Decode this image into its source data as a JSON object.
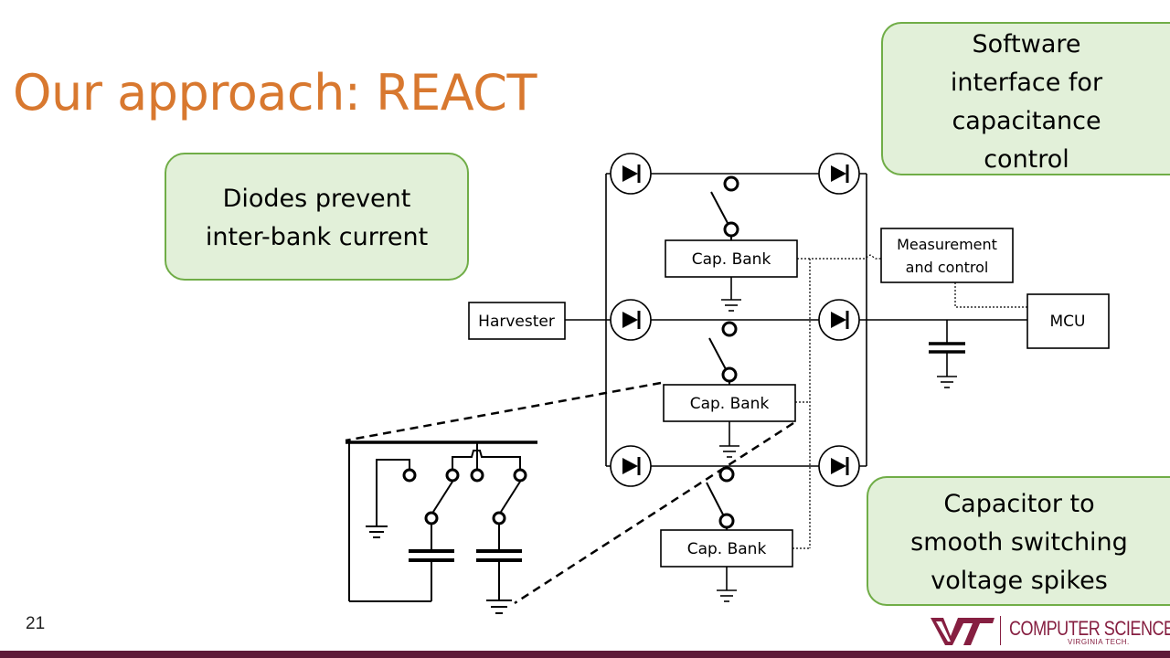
{
  "slide": {
    "title": "Our approach: REACT",
    "page_number": "21"
  },
  "callouts": {
    "software": [
      "Software",
      "interface for",
      "capacitance",
      "control"
    ],
    "diodes": [
      "Diodes prevent",
      "inter-bank current"
    ],
    "capacitor": [
      "Capacitor to",
      "smooth switching",
      "voltage spikes"
    ]
  },
  "diagram": {
    "harvester_label": "Harvester",
    "mcu_label": "MCU",
    "measurement_label": [
      "Measurement",
      "and control"
    ],
    "cap_bank_labels": [
      "Cap. Bank",
      "Cap. Bank",
      "Cap. Bank"
    ]
  },
  "logo": {
    "org": "COMPUTER SCIENCE",
    "sub": "VIRGINIA TECH."
  },
  "colors": {
    "title": "#d8782f",
    "callout_fill": "#e2f0d9",
    "callout_border": "#70ad47",
    "brand": "#861f41"
  }
}
